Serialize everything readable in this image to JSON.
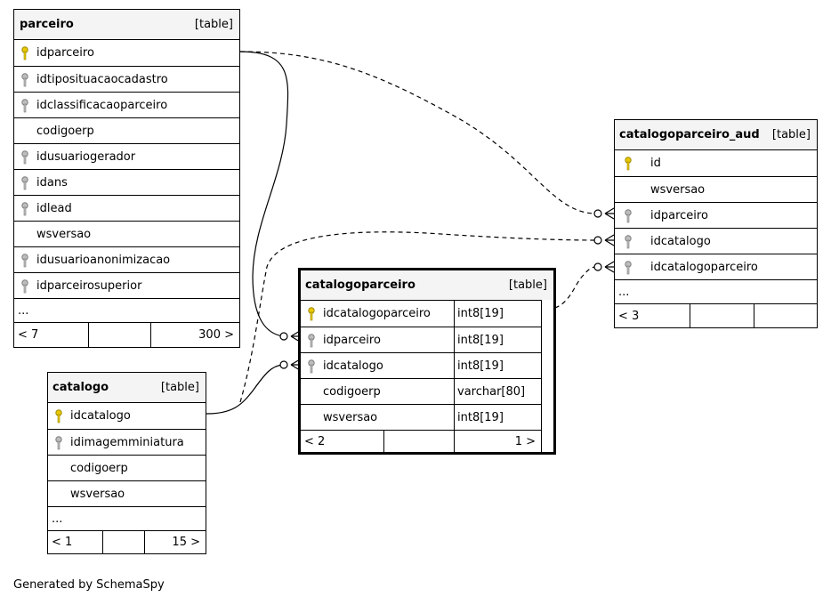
{
  "tables": {
    "parceiro": {
      "name": "parceiro",
      "kind": "[table]",
      "columns": [
        "idparceiro",
        "idtiposituacaocadastro",
        "idclassificacaoparceiro",
        "codigoerp",
        "idusuariogerador",
        "idans",
        "idlead",
        "wsversao",
        "idusuarioanonimizacao",
        "idparceirosuperior"
      ],
      "ellipsis": "...",
      "foot_left": "< 7",
      "foot_right": "300 >"
    },
    "catalogo": {
      "name": "catalogo",
      "kind": "[table]",
      "columns": [
        "idcatalogo",
        "idimagemminiatura",
        "codigoerp",
        "wsversao"
      ],
      "ellipsis": "...",
      "foot_left": "< 1",
      "foot_right": "15 >"
    },
    "catalogoparceiro": {
      "name": "catalogoparceiro",
      "kind": "[table]",
      "columns": [
        "idcatalogoparceiro",
        "idparceiro",
        "idcatalogo",
        "codigoerp",
        "wsversao"
      ],
      "types": [
        "int8[19]",
        "int8[19]",
        "int8[19]",
        "varchar[80]",
        "int8[19]"
      ],
      "foot_left": "< 2",
      "foot_right": "1 >"
    },
    "catalogoparceiro_aud": {
      "name": "catalogoparceiro_aud",
      "kind": "[table]",
      "columns": [
        "id",
        "wsversao",
        "idparceiro",
        "idcatalogo",
        "idcatalogoparceiro"
      ],
      "ellipsis": "...",
      "foot_left": "< 3"
    }
  },
  "icons": {
    "primary_key": "gold-key-icon",
    "foreign_key": "gray-key-icon",
    "primary_key_color": "#e8c800",
    "foreign_key_color": "#9a9a9a"
  },
  "footer": {
    "credit": "Generated by SchemaSpy"
  }
}
